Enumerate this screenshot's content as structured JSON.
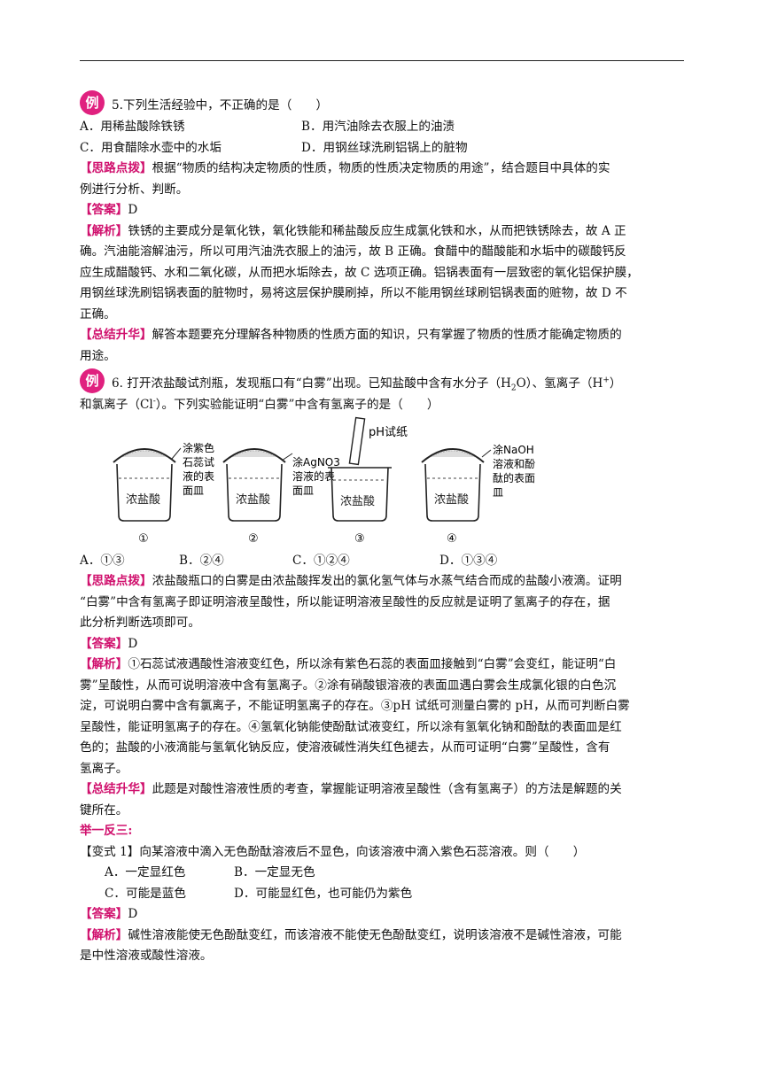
{
  "example_badge": "例",
  "q5": {
    "stem": "5.下列生活经验中，不正确的是（　　）",
    "options": [
      "A．用稀盐酸除铁锈",
      "B．用汽油除去衣服上的油渍",
      "C．用食醋除水壶中的水垢",
      "D．用钢丝球洗刷铝锅上的脏物"
    ],
    "hint_tag": "【思路点拨】",
    "hint_l1": "根据“物质的结构决定物质的性质，物质的性质决定物质的用途”，结合题目中具体的实",
    "hint_l2": "例进行分析、判断。",
    "answer_tag": "【答案】",
    "answer": "D",
    "analysis_tag": "【解析】",
    "analysis_l1": "铁锈的主要成分是氧化铁，氧化铁能和稀盐酸反应生成氯化铁和水，从而把铁锈除去，故 A 正",
    "analysis_l2": "确。汽油能溶解油污，所以可用汽油洗衣服上的油污，故 B 正确。食醋中的醋酸能和水垢中的碳酸钙反",
    "analysis_l3": "应生成醋酸钙、水和二氧化碳，从而把水垢除去，故 C 选项正确。铝锅表面有一层致密的氧化铝保护膜，",
    "analysis_l4": "用钢丝球洗刷铝锅表面的脏物时，易将这层保护膜刷掉，所以不能用钢丝球刷铝锅表面的赃物，故 D 不",
    "analysis_l5": "正确。",
    "summary_tag": "【总结升华】",
    "summary_l1": "解答本题要充分理解各种物质的性质方面的知识，只有掌握了物质的性质才能确定物质的",
    "summary_l2": "用途。"
  },
  "q6": {
    "stem_l1_a": "6. 打开浓盐酸试剂瓶，发现瓶口有“白雾”出现。已知盐酸中含有水分子（H",
    "stem_l1_sub": "2",
    "stem_l1_b": "O）、氢离子（H",
    "stem_l1_sup": "+",
    "stem_l1_c": "）",
    "stem_l2_a": "和氯离子（Cl",
    "stem_l2_sup": "-",
    "stem_l2_b": "）。下列实验能证明“白雾”中含有氢离子的是（　　）",
    "figure": {
      "beaker_label": "浓盐酸",
      "ph_label": "pH试纸",
      "labels": [
        [
          "涂紫色",
          "石蕊试",
          "液的表",
          "面皿"
        ],
        [
          "涂AgNO3",
          "溶液的表",
          "面皿"
        ],
        [],
        [
          "涂NaOH",
          "溶液和酚",
          "酞的表面",
          "皿"
        ]
      ],
      "numbers": [
        "①",
        "②",
        "③",
        "④"
      ]
    },
    "options": [
      "A．①③",
      "B．②④",
      "C．①②④",
      "D．①③④"
    ],
    "hint_tag": "【思路点拨】",
    "hint_l1": "浓盐酸瓶口的白雾是由浓盐酸挥发出的氯化氢气体与水蒸气结合而成的盐酸小液滴。证明",
    "hint_l2": "“白雾”中含有氢离子即证明溶液呈酸性，所以能证明溶液呈酸性的反应就是证明了氢离子的存在，据",
    "hint_l3": "此分析判断选项即可。",
    "answer_tag": "【答案】",
    "answer": "D",
    "analysis_tag": "【解析】",
    "analysis_l1": "①石蕊试液遇酸性溶液变红色，所以涂有紫色石蕊的表面皿接触到“白雾”会变红，能证明“白",
    "analysis_l2": "雾”呈酸性，从而可说明溶液中含有氢离子。②涂有硝酸银溶液的表面皿遇白雾会生成氯化银的白色沉",
    "analysis_l3": "淀，可说明白雾中含有氯离子，不能证明氢离子的存在。③pH 试纸可测量白雾的 pH，从而可判断白雾",
    "analysis_l4": "呈酸性，能证明氢离子的存在。④氢氧化钠能使酚酞试液变红，所以涂有氢氧化钠和酚酞的表面皿是红",
    "analysis_l5": "色的；盐酸的小液滴能与氢氧化钠反应，使溶液碱性消失红色褪去，从而可证明“白雾”呈酸性，含有",
    "analysis_l6": "氢离子。",
    "summary_tag": "【总结升华】",
    "summary_l1": "此题是对酸性溶液性质的考查，掌握能证明溶液呈酸性（含有氢离子）的方法是解题的关",
    "summary_l2": "键所在。"
  },
  "variation": {
    "heading": "举一反三:",
    "stem": "【变式 1】向某溶液中滴入无色酚酞溶液后不显色，向该溶液中滴入紫色石蕊溶液。则（　　）",
    "options": [
      "A．一定显红色",
      "B．一定显无色",
      "C．可能是蓝色",
      "D．可能显红色，也可能仍为紫色"
    ],
    "answer_tag": "【答案】",
    "answer": "D",
    "analysis_tag": "【解析】",
    "analysis_l1": "碱性溶液能使无色酚酞变红，而该溶液不能使无色酚酞变红，说明该溶液不是碱性溶液，可能",
    "analysis_l2": "是中性溶液或酸性溶液。"
  }
}
